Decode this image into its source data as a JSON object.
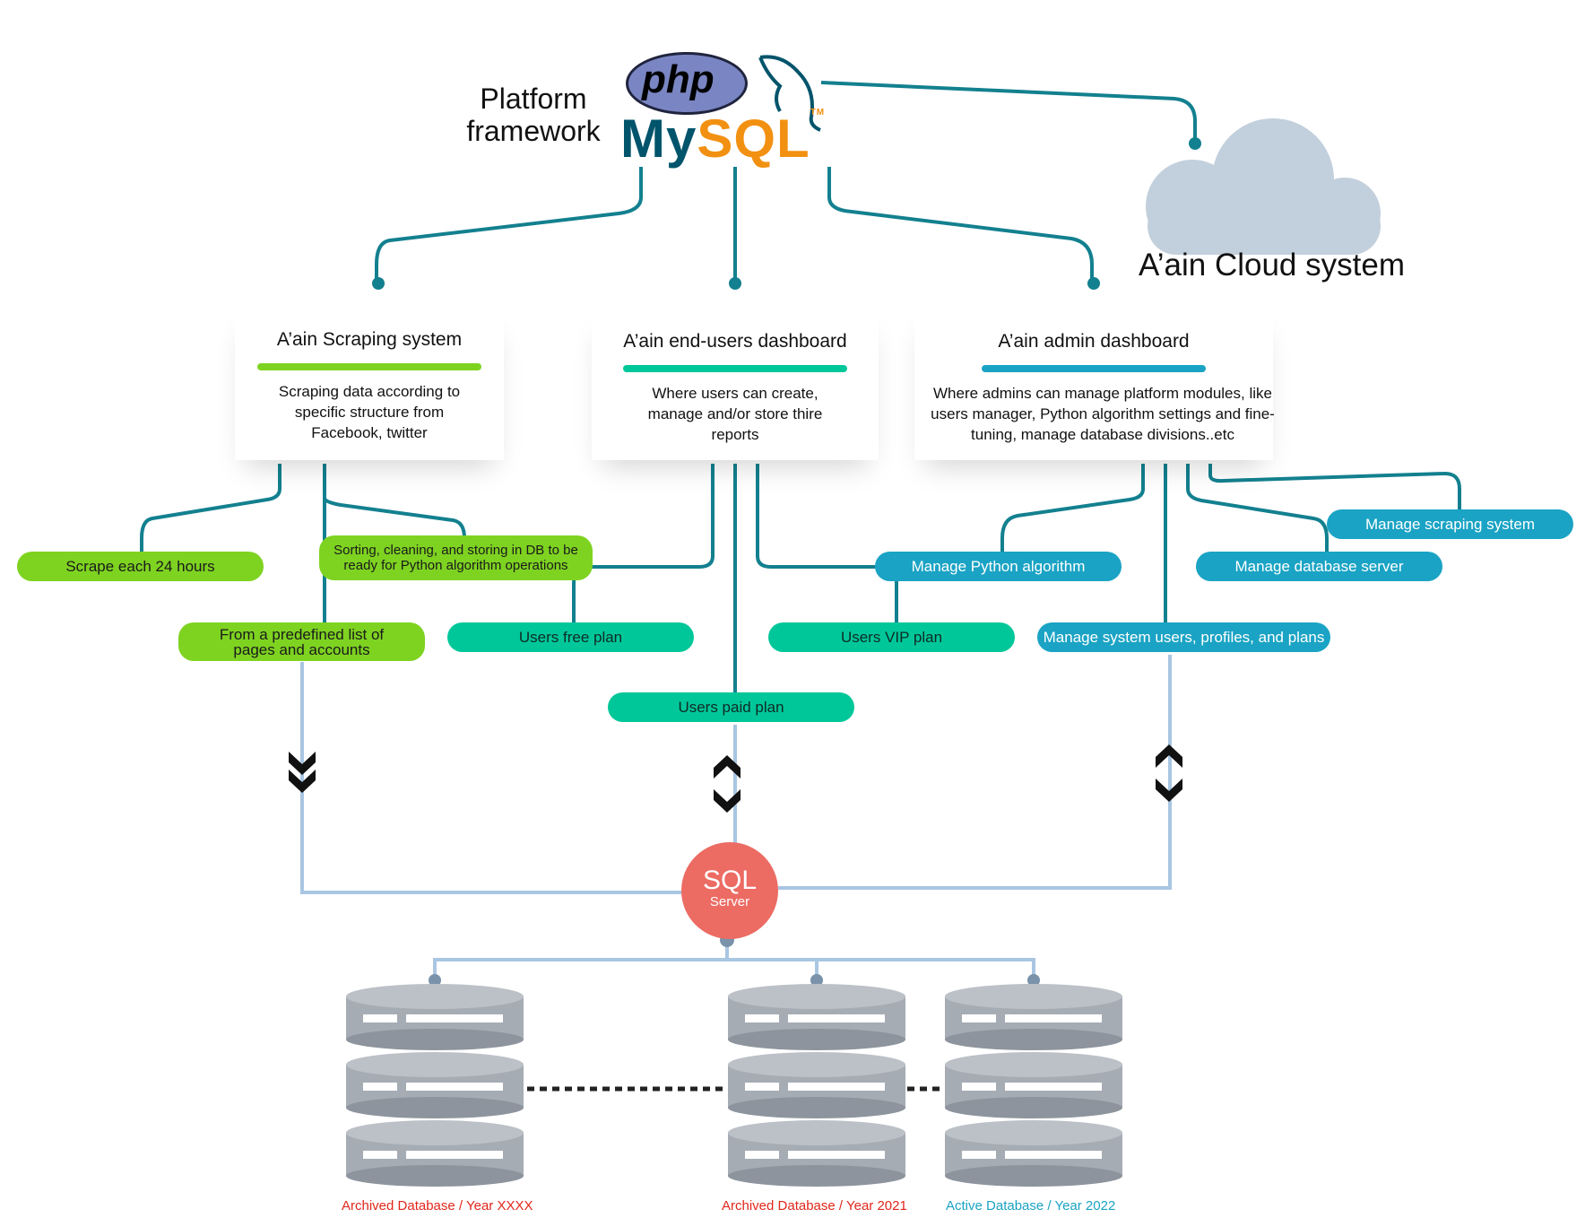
{
  "header": {
    "platform_label": "Platform framework",
    "php_logo": "php",
    "mysql_logo_my": "My",
    "mysql_logo_sql": "SQL",
    "mysql_tm": "TM",
    "cloud_label": "A’ain Cloud system"
  },
  "cards": {
    "scraping": {
      "title": "A’ain Scraping system",
      "desc": "Scraping data according to specific structure from Facebook, twitter",
      "color": "#7ed321"
    },
    "endusers": {
      "title": "A’ain end-users dashboard",
      "desc": "Where users can create, manage and/or store thire reports",
      "color": "#00c799"
    },
    "admin": {
      "title": "A’ain admin dashboard",
      "desc": "Where admins can manage platform modules, like users manager, Python algorithm settings and fine-tuning, manage database divisions..etc",
      "color": "#1aa3c4"
    }
  },
  "pills": {
    "scrape_24h": "Scrape each 24 hours",
    "sorting": "Sorting, cleaning, and storing in DB to be ready for Python algorithm operations",
    "predefined": "From a predefined list of pages and accounts",
    "free_plan": "Users free plan",
    "vip_plan": "Users VIP plan",
    "paid_plan": "Users paid plan",
    "manage_python": "Manage Python algorithm",
    "manage_db_server": "Manage database server",
    "manage_scraping": "Manage scraping system",
    "manage_users": "Manage system users, profiles, and plans"
  },
  "sql_server": {
    "title": "SQL",
    "subtitle": "Server",
    "color": "#ec6b63"
  },
  "databases": [
    {
      "label": "Archived Database / Year XXXX",
      "color": "#e0271b"
    },
    {
      "label": "Archived Database / Year 2021",
      "color": "#e0271b"
    },
    {
      "label": "Active Database / Year 2022",
      "color": "#1aa3c4"
    }
  ],
  "colors": {
    "connector_dark_teal": "#13808f",
    "connector_light_blue": "#a9c6e2",
    "cloud": "#c2cfdc",
    "db_body": "#a6acb4"
  }
}
